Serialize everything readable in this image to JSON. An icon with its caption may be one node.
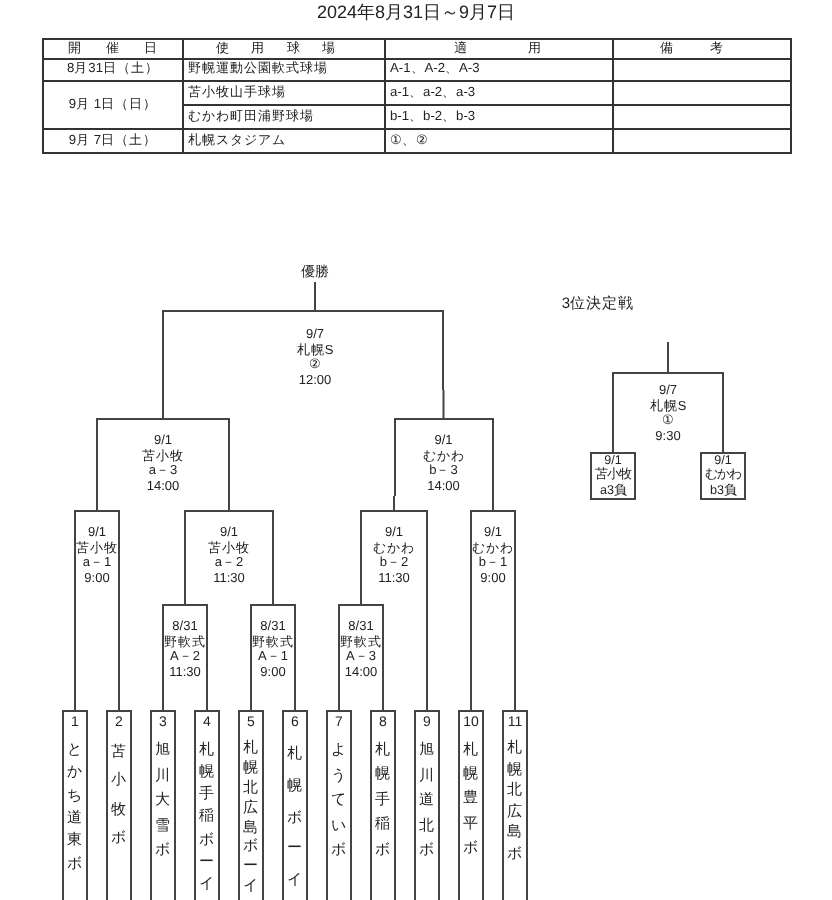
{
  "diagram": {
    "title": "2024年8月31日～9月7日",
    "nodes": [
      {
        "text": [
          "優勝"
        ]
      },
      {
        "text": [
          "9/7",
          "札幌S",
          "②",
          "12:00"
        ]
      },
      {
        "text": [
          "9/7",
          "札幌S",
          "①",
          "9:30"
        ]
      },
      {
        "text": [
          "9/1",
          "苫小牧",
          "a－3",
          "14:00"
        ]
      },
      {
        "text": [
          "9/1",
          "むかわ",
          "b－3",
          "14:00"
        ]
      },
      {
        "text": [
          "9/1",
          "苫小牧",
          "a3負"
        ]
      },
      {
        "text": [
          "9/1",
          "むかわ",
          "b3負"
        ]
      },
      {
        "text": [
          "9/1",
          "苫小牧",
          "a－1",
          "9:00"
        ]
      },
      {
        "text": [
          "9/1",
          "苫小牧",
          "a－2",
          "11:30"
        ]
      },
      {
        "text": [
          "9/1",
          "むかわ",
          "b－2",
          "11:30"
        ]
      },
      {
        "text": [
          "9/1",
          "むかわ",
          "b－1",
          "9:00"
        ]
      },
      {
        "text": [
          "8/31",
          "野軟式",
          "A－2",
          "11:30"
        ]
      },
      {
        "text": [
          "8/31",
          "野軟式",
          "A－1",
          "9:00"
        ]
      },
      {
        "text": [
          "8/31",
          "野軟式",
          "A－3",
          "14:00"
        ]
      },
      {
        "text": [
          "1",
          "とかち道東ボ"
        ]
      },
      {
        "text": [
          "2",
          "苫小牧ボ"
        ]
      },
      {
        "text": [
          "3",
          "旭川大雪ボ"
        ]
      },
      {
        "text": [
          "4",
          "札幌手稲ボーイ"
        ]
      },
      {
        "text": [
          "5",
          "札幌北広島ボーイ"
        ]
      },
      {
        "text": [
          "6",
          "札幌ボーイ"
        ]
      },
      {
        "text": [
          "7",
          "ようていボ"
        ]
      },
      {
        "text": [
          "8",
          "札幌手稲ボ"
        ]
      },
      {
        "text": [
          "9",
          "旭川道北ボ"
        ]
      },
      {
        "text": [
          "10",
          "札幌豊平ボ"
        ]
      },
      {
        "text": [
          "11",
          "札幌北広島ボ"
        ]
      }
    ],
    "edges": [
      {
        "from": 1,
        "to": 0,
        "arrow": "none"
      },
      {
        "from": 3,
        "to": 1,
        "arrow": "none"
      },
      {
        "from": 4,
        "to": 1,
        "arrow": "none"
      },
      {
        "from": 2,
        "to": null,
        "arrow": "none"
      },
      {
        "from": 5,
        "to": 2,
        "arrow": "none"
      },
      {
        "from": 6,
        "to": 2,
        "arrow": "none"
      },
      {
        "from": 7,
        "to": 3,
        "arrow": "none"
      },
      {
        "from": 8,
        "to": 3,
        "arrow": "none"
      },
      {
        "from": 9,
        "to": 4,
        "arrow": "none"
      },
      {
        "from": 10,
        "to": 4,
        "arrow": "none"
      },
      {
        "from": 14,
        "to": 7,
        "arrow": "none"
      },
      {
        "from": 15,
        "to": 7,
        "arrow": "none"
      },
      {
        "from": 11,
        "to": 8,
        "arrow": "none"
      },
      {
        "from": 12,
        "to": 8,
        "arrow": "none"
      },
      {
        "from": 13,
        "to": 9,
        "arrow": "none"
      },
      {
        "from": 22,
        "to": 9,
        "arrow": "none"
      },
      {
        "from": 23,
        "to": 10,
        "arrow": "none"
      },
      {
        "from": 24,
        "to": 10,
        "arrow": "none"
      },
      {
        "from": 16,
        "to": 11,
        "arrow": "none"
      },
      {
        "from": 17,
        "to": 11,
        "arrow": "none"
      },
      {
        "from": 18,
        "to": 12,
        "arrow": "none"
      },
      {
        "from": 19,
        "to": 12,
        "arrow": "none"
      },
      {
        "from": 20,
        "to": 13,
        "arrow": "none"
      },
      {
        "from": 21,
        "to": 13,
        "arrow": "none"
      }
    ],
    "labels": [
      "開催日",
      "使用球場",
      "適用",
      "備考",
      "8月31日（土）",
      "野幌運動公園軟式球場",
      "A-1、A-2、A-3",
      "9月 1日（日）",
      "苫小牧山手球場",
      "a-1、a-2、a-3",
      "むかわ町田浦野球場",
      "b-1、b-2、b-3",
      "9月 7日（土）",
      "札幌スタジアム",
      "①、②",
      "3位決定戦"
    ]
  }
}
